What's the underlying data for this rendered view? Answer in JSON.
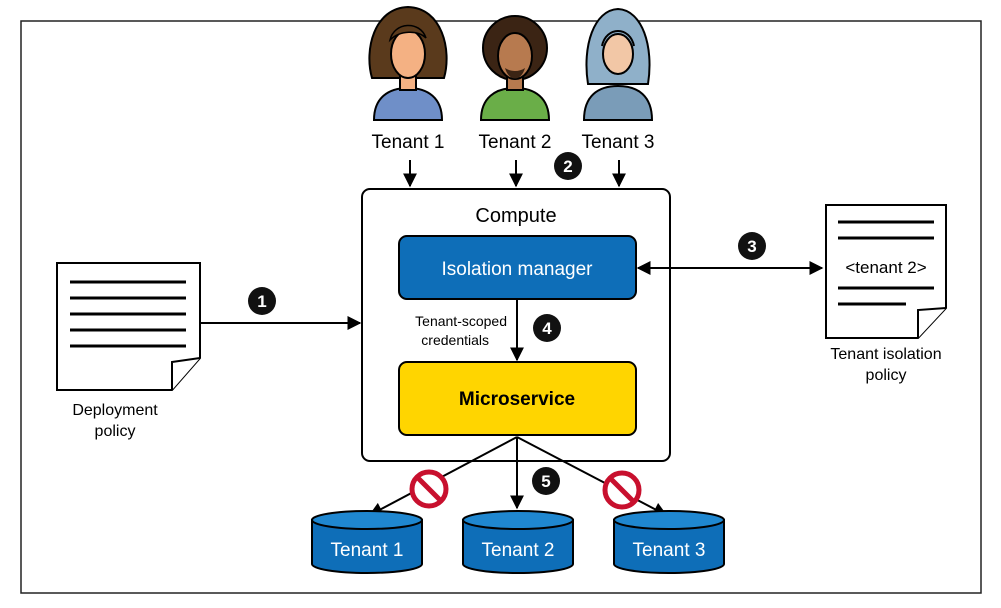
{
  "tenants": [
    {
      "label": "Tenant 1",
      "avatar": "tenant-1-avatar-icon",
      "hair": "#5a3a1c",
      "shirt": "#6f8fc8",
      "skin": "#f4b183"
    },
    {
      "label": "Tenant 2",
      "avatar": "tenant-2-avatar-icon",
      "hair": "#3b2414",
      "shirt": "#6aae48",
      "skin": "#b77a4f"
    },
    {
      "label": "Tenant 3",
      "avatar": "tenant-3-avatar-icon",
      "hair": "#8fb0c9",
      "shirt": "#7a9cb8",
      "skin": "#f2c7a6"
    }
  ],
  "compute": {
    "title": "Compute",
    "isolation_manager": "Isolation manager",
    "microservice": "Microservice",
    "credentials_line1": "Tenant-scoped",
    "credentials_line2": "credentials"
  },
  "deployment_policy": {
    "line1": "Deployment",
    "line2": "policy"
  },
  "tenant_isolation_policy": {
    "doc_text": "<tenant 2>",
    "line1": "Tenant isolation",
    "line2": "policy"
  },
  "steps": [
    "1",
    "2",
    "3",
    "4",
    "5"
  ],
  "databases": [
    "Tenant 1",
    "Tenant 2",
    "Tenant 3"
  ],
  "blocked_icon": "no-entry-icon",
  "colors": {
    "isolation_manager": "#0e6eb8",
    "microservice": "#ffd500",
    "database": "#0e6eb8",
    "database_top": "#1f87d0",
    "blocked": "#c8102e",
    "badge": "#111111"
  }
}
